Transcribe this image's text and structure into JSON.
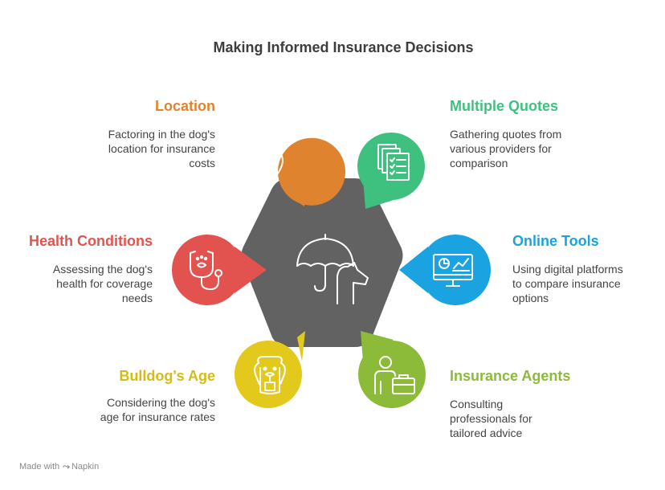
{
  "title": "Making Informed Insurance Decisions",
  "colors": {
    "center": "#626262",
    "location": "#E0832E",
    "multiple_quotes": "#3EC17F",
    "health_conditions": "#E2534F",
    "online_tools": "#1AA3E0",
    "bulldogs_age": "#E3C91B",
    "insurance_agents": "#8CBB3A",
    "icon_stroke": "#ffffff"
  },
  "items": {
    "location": {
      "heading": "Location",
      "description": [
        "Factoring in the dog's",
        "location for insurance",
        "costs"
      ],
      "icon": "paw-pin-icon"
    },
    "multiple_quotes": {
      "heading": "Multiple Quotes",
      "description": [
        "Gathering quotes from",
        "various providers for",
        "comparison"
      ],
      "icon": "documents-checklist-icon"
    },
    "health_conditions": {
      "heading": "Health Conditions",
      "description": [
        "Assessing the dog's",
        "health for coverage",
        "needs"
      ],
      "icon": "stethoscope-icon"
    },
    "online_tools": {
      "heading": "Online Tools",
      "description": [
        "Using digital platforms",
        "to compare insurance",
        "options"
      ],
      "icon": "monitor-chart-icon"
    },
    "bulldogs_age": {
      "heading": "Bulldog's Age",
      "description": [
        "Considering the dog's",
        "age for insurance rates"
      ],
      "icon": "bulldog-face-icon"
    },
    "insurance_agents": {
      "heading": "Insurance Agents",
      "description": [
        "Consulting",
        "professionals for",
        "tailored advice"
      ],
      "icon": "agent-briefcase-icon"
    }
  },
  "center_icon": "umbrella-dog-icon",
  "footer": {
    "made_with": "Made with",
    "brand": "Napkin"
  }
}
